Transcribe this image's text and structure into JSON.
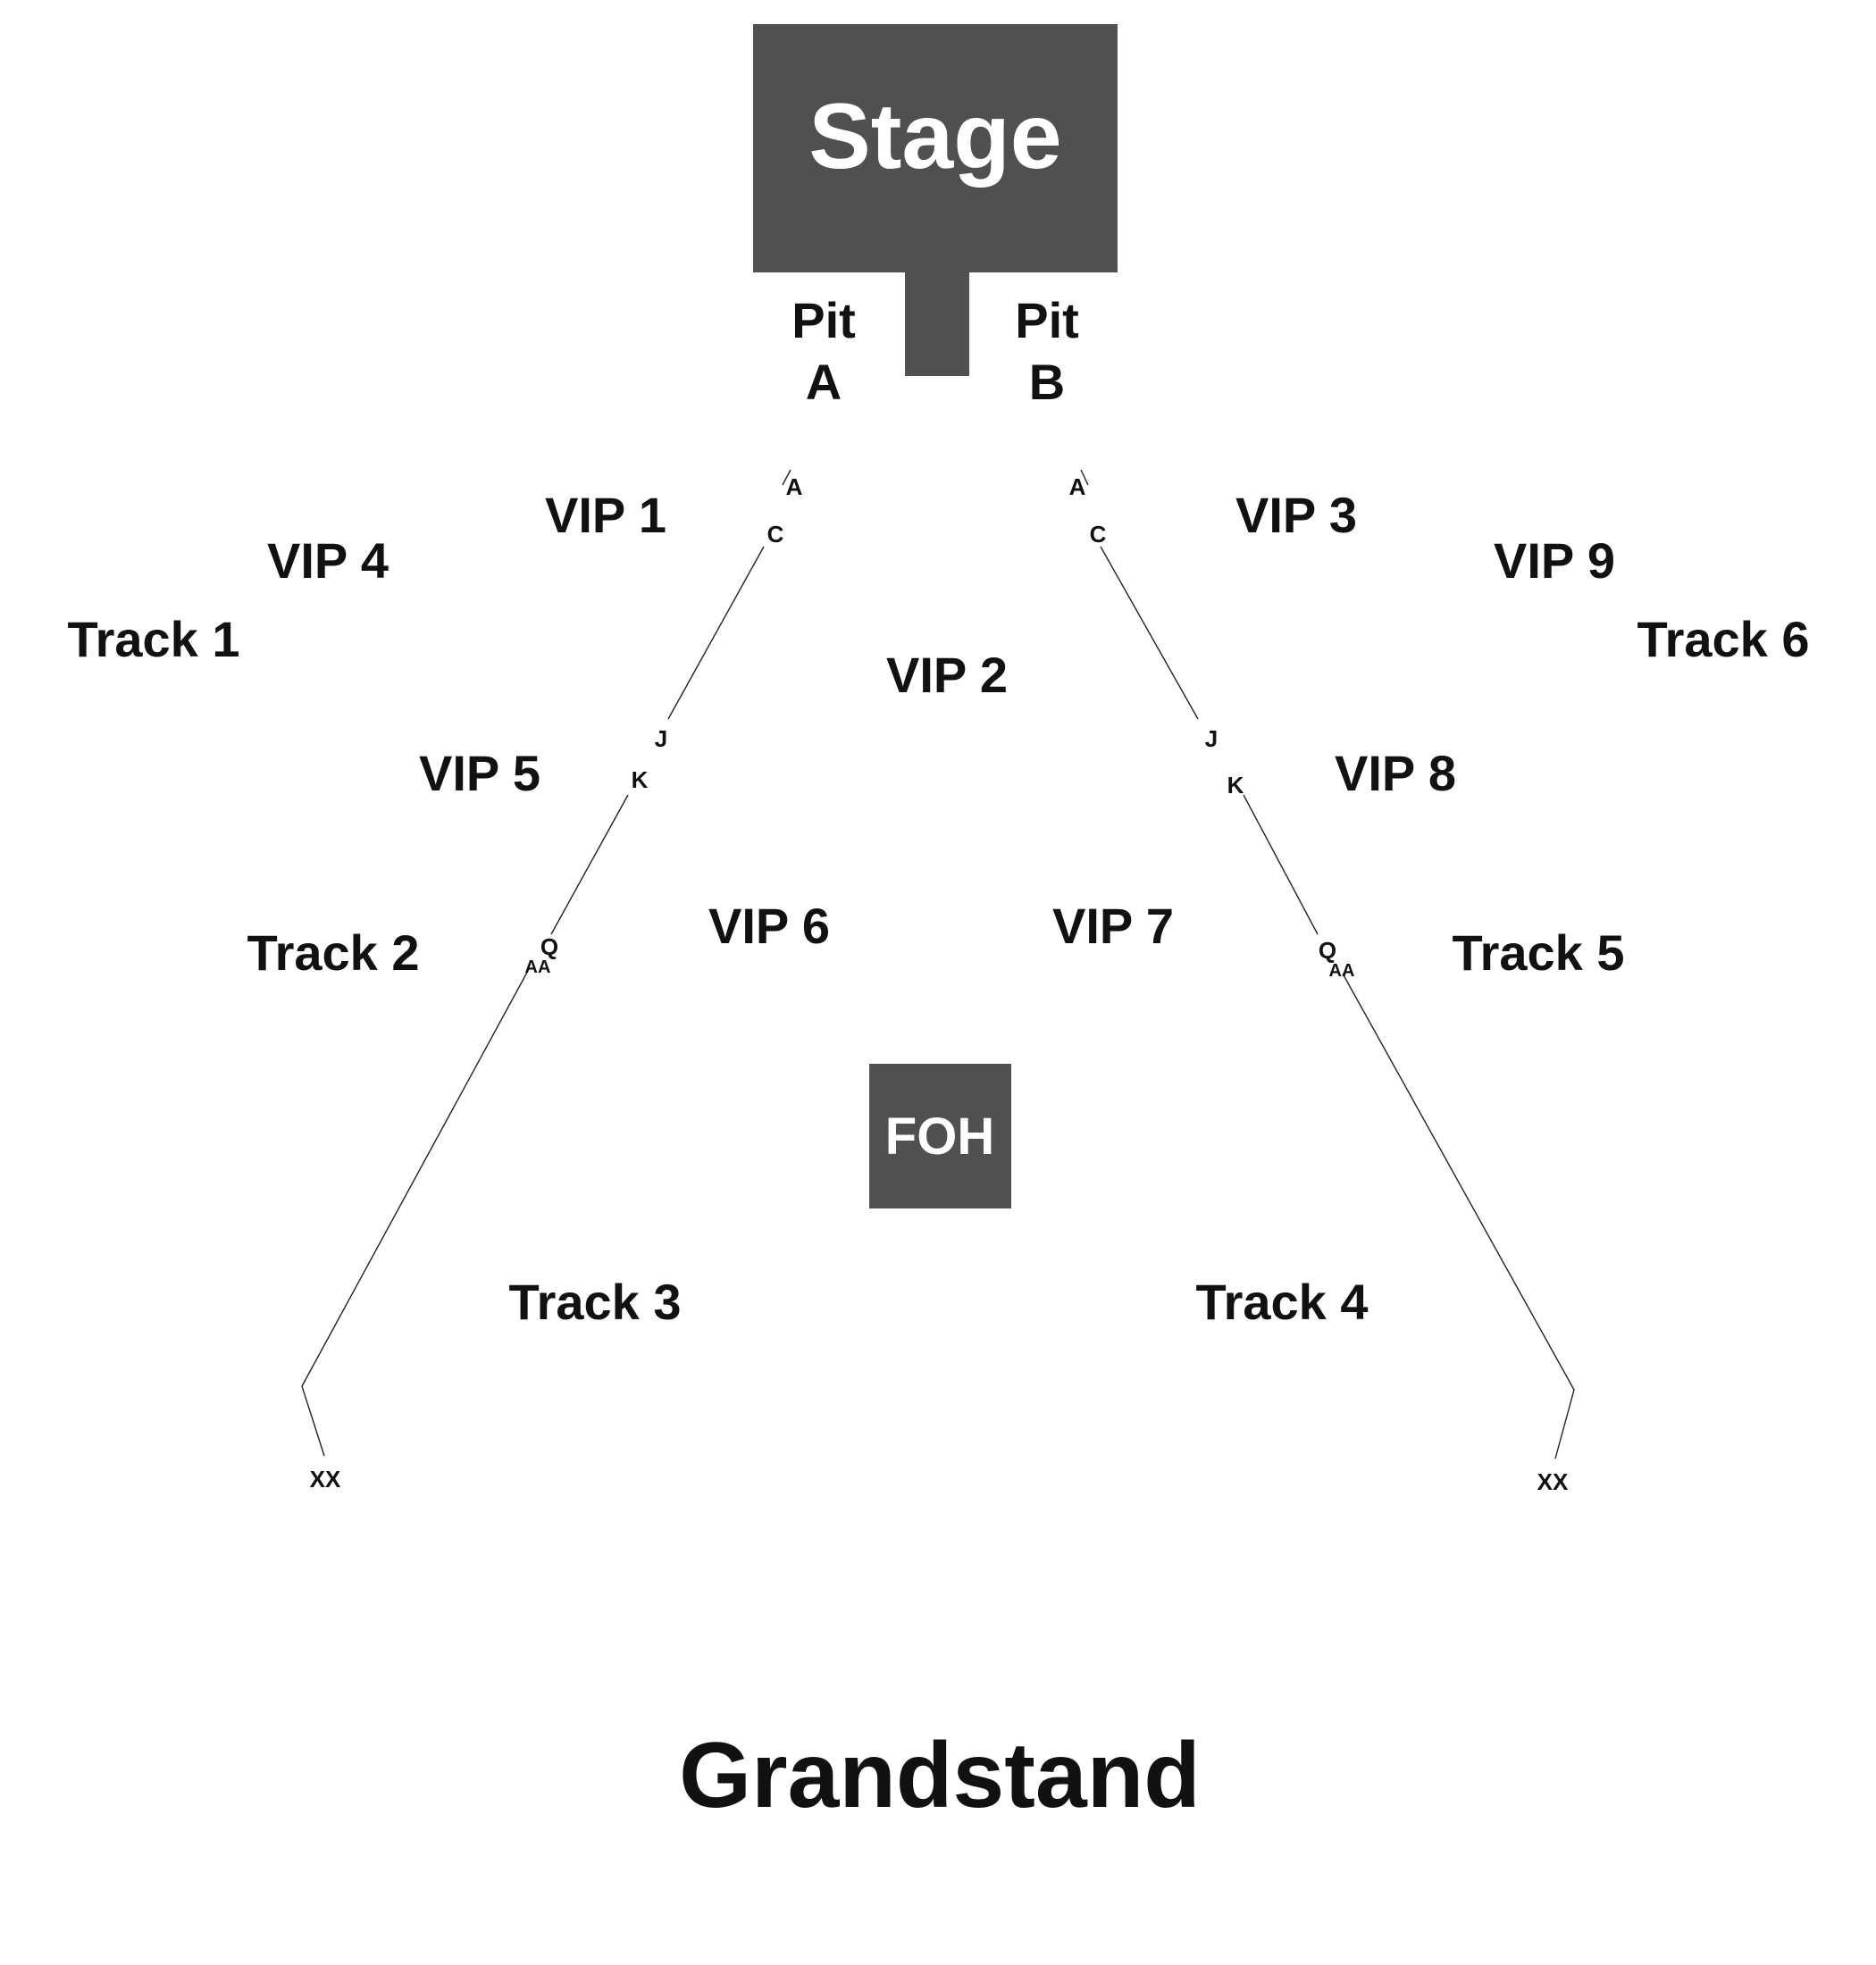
{
  "stage": {
    "label": "Stage",
    "color": "#505050"
  },
  "foh": {
    "label": "FOH",
    "color": "#505050"
  },
  "pits": {
    "a": [
      "Pit",
      "A"
    ],
    "b": [
      "Pit",
      "B"
    ]
  },
  "sections": {
    "vip1": "VIP 1",
    "vip2": "VIP 2",
    "vip3": "VIP 3",
    "vip4": "VIP 4",
    "vip5": "VIP 5",
    "vip6": "VIP 6",
    "vip7": "VIP 7",
    "vip8": "VIP 8",
    "vip9": "VIP 9",
    "track1": "Track 1",
    "track2": "Track 2",
    "track3": "Track 3",
    "track4": "Track 4",
    "track5": "Track 5",
    "track6": "Track 6"
  },
  "rows": {
    "left": {
      "a": "A",
      "c": "C",
      "j": "J",
      "k": "K",
      "q": "Q",
      "aa": "AA",
      "xx": "XX"
    },
    "right": {
      "a": "A",
      "c": "C",
      "j": "J",
      "k": "K",
      "q": "Q",
      "aa": "AA",
      "xx": "XX"
    }
  },
  "grandstand": {
    "label": "Grandstand"
  }
}
